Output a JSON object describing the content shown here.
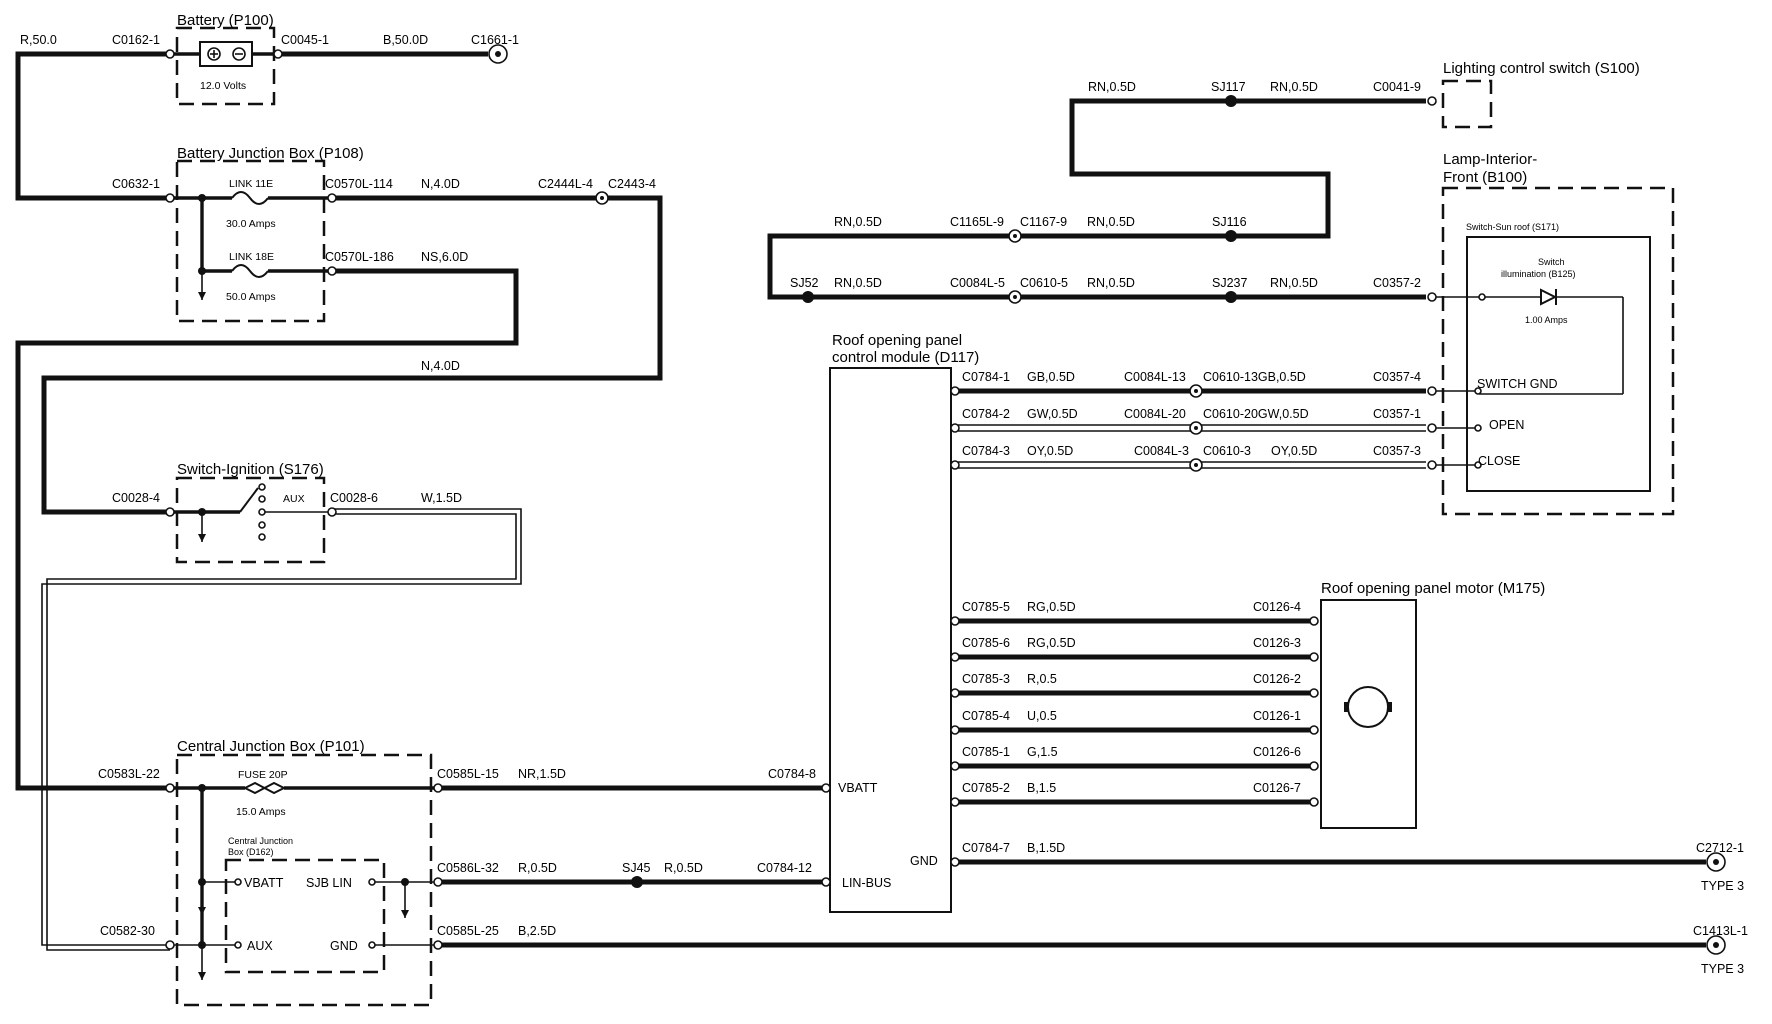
{
  "components": {
    "battery": {
      "title": "Battery (P100)",
      "rating": "12.0 Volts"
    },
    "bjb": {
      "title": "Battery Junction Box (P108)",
      "link1_name": "LINK 11E",
      "link1_rating": "30.0 Amps",
      "link2_name": "LINK 18E",
      "link2_rating": "50.0 Amps"
    },
    "ignition": {
      "title": "Switch-Ignition (S176)",
      "aux": "AUX"
    },
    "cjb": {
      "title": "Central Junction Box (P101)",
      "fuse_name": "FUSE 20P",
      "fuse_rating": "15.0 Amps",
      "inner_title_1": "Central Junction",
      "inner_title_2": "Box (D162)",
      "vbatt": "VBATT",
      "sjb_lin": "SJB LIN",
      "aux": "AUX",
      "gnd": "GND"
    },
    "module": {
      "title_1": "Roof opening panel",
      "title_2": "control module (D117)",
      "vbatt": "VBATT",
      "lin_bus": "LIN-BUS",
      "gnd": "GND"
    },
    "lighting_switch": {
      "title": "Lighting control switch (S100)"
    },
    "lamp": {
      "title_1": "Lamp-Interior-",
      "title_2": "Front (B100)",
      "sunroof_switch": "Switch-Sun roof (S171)",
      "illum_1": "Switch",
      "illum_2": "illumination (B125)",
      "illum_rating": "1.00 Amps",
      "switch_gnd": "SWITCH GND",
      "open": "OPEN",
      "close": "CLOSE"
    },
    "motor": {
      "title": "Roof opening panel motor (M175)"
    }
  },
  "labels": {
    "r50": "R,50.0",
    "c0162": "C0162-1",
    "c0045": "C0045-1",
    "b50": "B,50.0D",
    "c1661": "C1661-1",
    "c0632": "C0632-1",
    "c0570_114": "C0570L-114",
    "n4_top": "N,4.0D",
    "c2444": "C2444L-4",
    "c2443": "C2443-4",
    "c0570_186": "C0570L-186",
    "ns6": "NS,6.0D",
    "n4_mid": "N,4.0D",
    "c0028_4": "C0028-4",
    "c0028_6": "C0028-6",
    "w15": "W,1.5D",
    "c0583": "C0583L-22",
    "c0585_15": "C0585L-15",
    "nr15": "NR,1.5D",
    "c0784_8": "C0784-8",
    "c0586_32": "C0586L-32",
    "r05_a": "R,0.5D",
    "sj45": "SJ45",
    "r05_b": "R,0.5D",
    "c0784_12": "C0784-12",
    "c0582": "C0582-30",
    "c0585_25": "C0585L-25",
    "b25": "B,2.5D",
    "c1413": "C1413L-1",
    "type3_b": "TYPE 3",
    "c0784_7": "C0784-7",
    "b15d": "B,1.5D",
    "c2712": "C2712-1",
    "type3_a": "TYPE 3",
    "rn_top": "RN,0.5D",
    "sj117": "SJ117",
    "rn_sj117": "RN,0.5D",
    "c0041": "C0041-9",
    "rn_left": "RN,0.5D",
    "c1165": "C1165L-9",
    "c1167": "C1167-9",
    "rn_c1167": "RN,0.5D",
    "sj116": "SJ116",
    "sj52": "SJ52",
    "rn_sj52": "RN,0.5D",
    "c0084_5": "C0084L-5",
    "c0610_5": "C0610-5",
    "rn_c0610": "RN,0.5D",
    "sj237": "SJ237",
    "rn_sj237": "RN,0.5D",
    "c0357_2": "C0357-2",
    "c0784_1": "C0784-1",
    "gb05": "GB,0.5D",
    "c0084_13": "C0084L-13",
    "c0610_13": "C0610-13GB,0.5D",
    "c0357_4": "C0357-4",
    "c0784_2": "C0784-2",
    "gw05": "GW,0.5D",
    "c0084_20": "C0084L-20",
    "c0610_20": "C0610-20GW,0.5D",
    "c0357_1": "C0357-1",
    "c0784_3": "C0784-3",
    "oy05": "OY,0.5D",
    "c0084_3": "C0084L-3",
    "c0610_3": "C0610-3",
    "oy05_b": "OY,0.5D",
    "c0357_3": "C0357-3",
    "c0785_5": "C0785-5",
    "rg05_a": "RG,0.5D",
    "c0126_4": "C0126-4",
    "c0785_6": "C0785-6",
    "rg05_b": "RG,0.5D",
    "c0126_3": "C0126-3",
    "c0785_3": "C0785-3",
    "r05": "R,0.5",
    "c0126_2": "C0126-2",
    "c0785_4": "C0785-4",
    "u05": "U,0.5",
    "c0126_1": "C0126-1",
    "c0785_1": "C0785-1",
    "g15": "G,1.5",
    "c0126_6": "C0126-6",
    "c0785_2": "C0785-2",
    "b15": "B,1.5",
    "c0126_7": "C0126-7"
  }
}
